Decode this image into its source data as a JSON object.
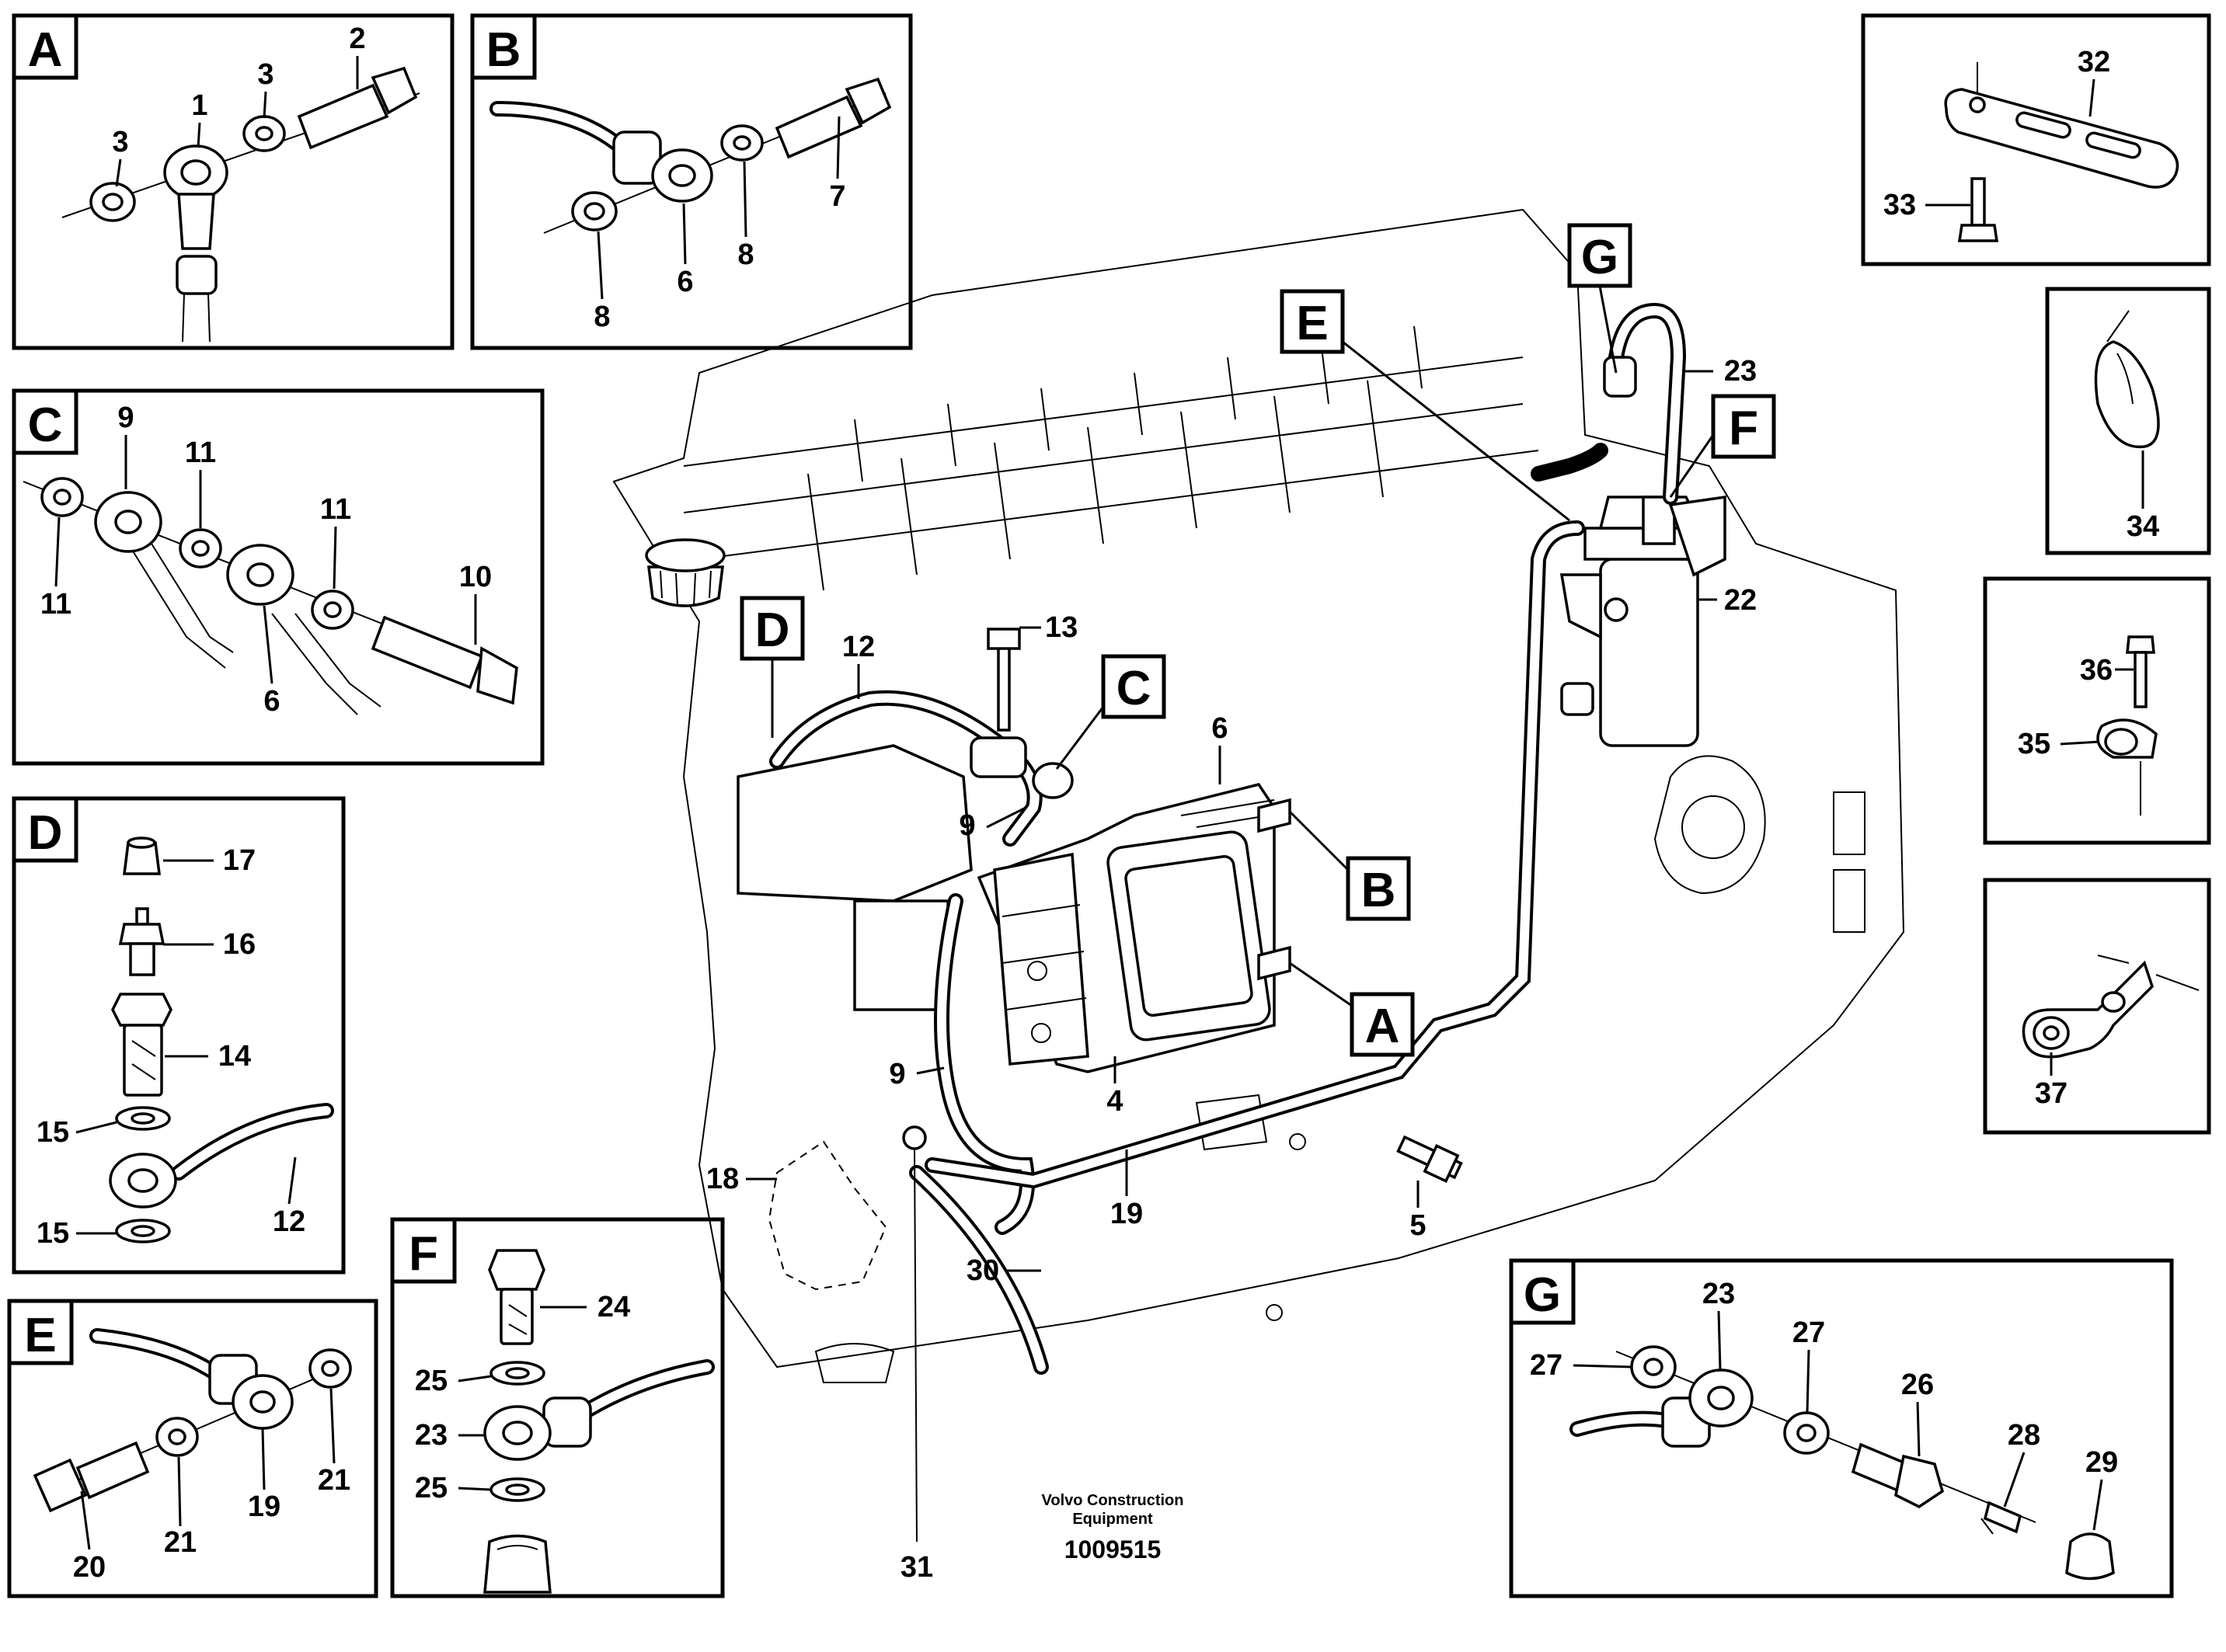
{
  "detail_boxes": {
    "A": {
      "letter": "A",
      "callouts": [
        "3",
        "1",
        "3",
        "2"
      ]
    },
    "B": {
      "letter": "B",
      "callouts": [
        "7",
        "8",
        "6",
        "8"
      ]
    },
    "C": {
      "letter": "C",
      "callouts": [
        "9",
        "11",
        "11",
        "11",
        "6",
        "10"
      ]
    },
    "D": {
      "letter": "D",
      "callouts": [
        "17",
        "16",
        "14",
        "15",
        "15",
        "12"
      ]
    },
    "E": {
      "letter": "E",
      "callouts": [
        "20",
        "21",
        "19",
        "21"
      ]
    },
    "F": {
      "letter": "F",
      "callouts": [
        "24",
        "25",
        "23",
        "25"
      ]
    },
    "G": {
      "letter": "G",
      "callouts": [
        "23",
        "27",
        "27",
        "26",
        "28",
        "29"
      ]
    },
    "strap": {
      "callouts": [
        "32",
        "33"
      ]
    },
    "tie": {
      "callouts": [
        "34"
      ]
    },
    "clamp": {
      "callouts": [
        "36",
        "35"
      ]
    },
    "clip": {
      "callouts": [
        "37"
      ]
    }
  },
  "main_view": {
    "letters": [
      "A",
      "B",
      "C",
      "D",
      "E",
      "F",
      "G"
    ],
    "callouts": [
      "12",
      "13",
      "6",
      "9",
      "9",
      "4",
      "5",
      "18",
      "19",
      "30",
      "31",
      "22",
      "23"
    ]
  },
  "credit": {
    "line1": "Volvo Construction",
    "line2": "Equipment",
    "drawing_number": "1009515"
  }
}
